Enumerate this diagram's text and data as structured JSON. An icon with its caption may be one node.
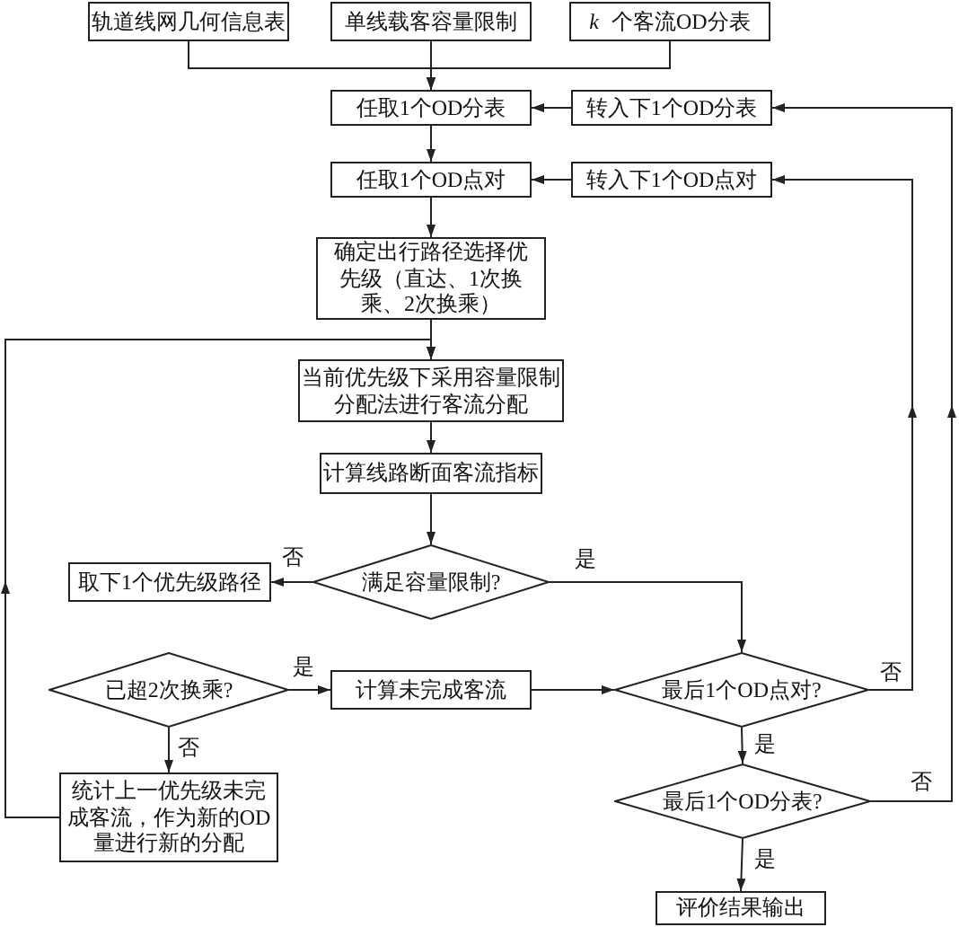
{
  "diagram": {
    "nodes": [
      {
        "text": [
          "轨道线网几何信息表"
        ]
      },
      {
        "text": [
          "单线载客容量限制"
        ]
      },
      {
        "text": [
          "*k* 个客流OD分表"
        ]
      },
      {
        "text": [
          "任取1个OD分表"
        ]
      },
      {
        "text": [
          "转入下1个OD分表"
        ]
      },
      {
        "text": [
          "任取1个OD点对"
        ]
      },
      {
        "text": [
          "转入下1个OD点对"
        ]
      },
      {
        "text": [
          "确定出行路径选择优先级（直达、1次换乘、2次换乘）"
        ]
      },
      {
        "text": [
          "当前优先级下采用容量限制分配法进行客流分配"
        ]
      },
      {
        "text": [
          "计算线路断面客流指标"
        ]
      },
      {
        "text": [
          "取下1个优先级路径"
        ]
      },
      {
        "text": [
          "满足容量限制?"
        ]
      },
      {
        "text": [
          "已超2次换乘?"
        ]
      },
      {
        "text": [
          "计算未完成客流"
        ]
      },
      {
        "text": [
          "最后1个OD点对?"
        ]
      },
      {
        "text": [
          "统计上一优先级未完成客流，作为新的OD量进行新的分配"
        ]
      },
      {
        "text": [
          "最后1个OD分表?"
        ]
      },
      {
        "text": [
          "评价结果输出"
        ]
      }
    ],
    "edges": [
      {
        "from": 0,
        "to": 3,
        "arrow": "to"
      },
      {
        "from": 1,
        "to": 3,
        "arrow": "to"
      },
      {
        "from": 2,
        "to": 3,
        "arrow": "to"
      },
      {
        "from": 4,
        "to": 3,
        "arrow": "to"
      },
      {
        "from": 3,
        "to": 5,
        "arrow": "to"
      },
      {
        "from": 6,
        "to": 5,
        "arrow": "to"
      },
      {
        "from": 5,
        "to": 7,
        "arrow": "to"
      },
      {
        "from": 7,
        "to": 8,
        "arrow": "to"
      },
      {
        "from": 8,
        "to": 9,
        "arrow": "to"
      },
      {
        "from": 9,
        "to": 11,
        "arrow": "to"
      },
      {
        "from": 11,
        "to": 10,
        "arrow": "to",
        "label": "否"
      },
      {
        "from": 11,
        "to": 14,
        "arrow": "to",
        "label": "是"
      },
      {
        "from": 12,
        "to": 13,
        "arrow": "to",
        "label": "是"
      },
      {
        "from": 13,
        "to": 14,
        "arrow": "to"
      },
      {
        "from": 12,
        "to": 15,
        "arrow": "to",
        "label": "否"
      },
      {
        "from": 15,
        "to": 8,
        "arrow": "to"
      },
      {
        "from": 14,
        "to": 6,
        "arrow": "to",
        "label": "否"
      },
      {
        "from": 14,
        "to": 16,
        "arrow": "to",
        "label": "是"
      },
      {
        "from": 16,
        "to": 4,
        "arrow": "to",
        "label": "否"
      },
      {
        "from": 16,
        "to": 17,
        "arrow": "to",
        "label": "是"
      }
    ]
  }
}
